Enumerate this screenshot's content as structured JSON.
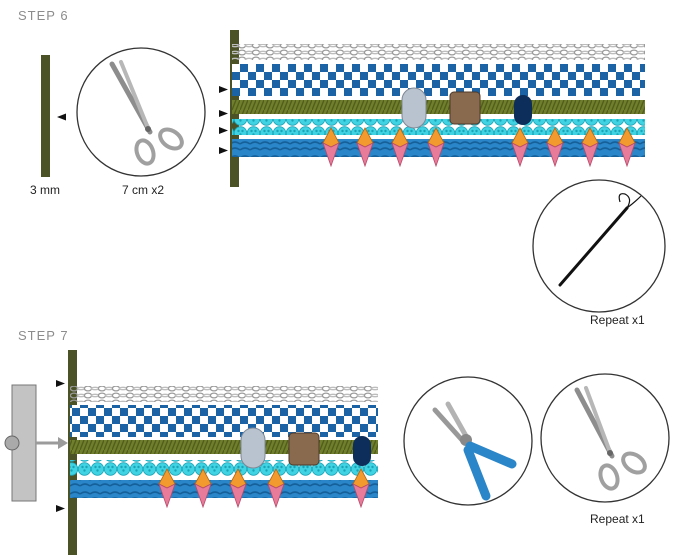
{
  "step6": {
    "title": "STEP 6",
    "width_label": "3 mm",
    "cut_label": "7 cm x2",
    "repeat_label": "Repeat x1"
  },
  "step7": {
    "title": "STEP 7",
    "repeat_label": "Repeat x1"
  },
  "colors": {
    "cord": "#4a5226",
    "chain": "#b7b7b7",
    "check_blue": "#1c63a6",
    "braid": "#6b7a2a",
    "bead_cyan": "#3fd3e3",
    "cord_blue": "#2a86c8",
    "spike_orange": "#f39a2e",
    "spike_pink": "#e87a9a",
    "crystal_grey": "#b9c3cf",
    "wood": "#8a6a4e",
    "navy": "#0d2e5a"
  },
  "icons": [
    "scissors-icon",
    "needle-icon",
    "pliers-icon",
    "clasp-icon",
    "arrow-icon"
  ]
}
